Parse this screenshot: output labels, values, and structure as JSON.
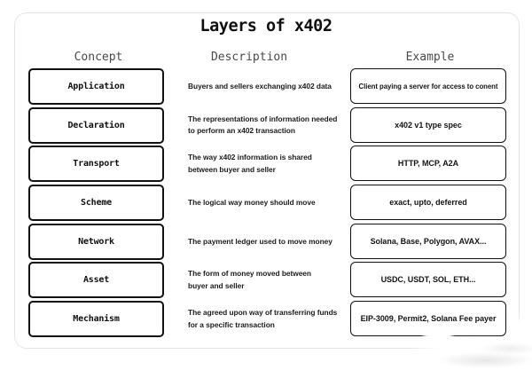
{
  "title": "Layers of x402",
  "column_headers": {
    "concept": "Concept",
    "description": "Description",
    "example": "Example"
  },
  "rows": [
    {
      "concept": "Application",
      "description": "Buyers and sellers exchanging x402 data",
      "example": "Client paying a server for access to conent"
    },
    {
      "concept": "Declaration",
      "description": "The representations of information needed\nto perform an x402 transaction",
      "example": "x402 v1 type spec"
    },
    {
      "concept": "Transport",
      "description": "The way x402 information is shared\nbetween buyer and seller",
      "example": "HTTP, MCP, A2A"
    },
    {
      "concept": "Scheme",
      "description": "The logical way money should move",
      "example": "exact, upto, deferred"
    },
    {
      "concept": "Network",
      "description": "The payment ledger used to move money",
      "example": "Solana, Base, Polygon, AVAX..."
    },
    {
      "concept": "Asset",
      "description": "The form of money moved between\nbuyer and seller",
      "example": "USDC, USDT, SOL, ETH..."
    },
    {
      "concept": "Mechanism",
      "description": "The agreed upon way of transferring funds\nfor a specific transaction",
      "example": "EIP-3009, Permit2, Solana Fee payer"
    }
  ],
  "colors": {
    "box_border": "#111111",
    "card_border": "#e4e4e4",
    "header_text": "#4a4a4a",
    "text": "#1a1a1a"
  }
}
